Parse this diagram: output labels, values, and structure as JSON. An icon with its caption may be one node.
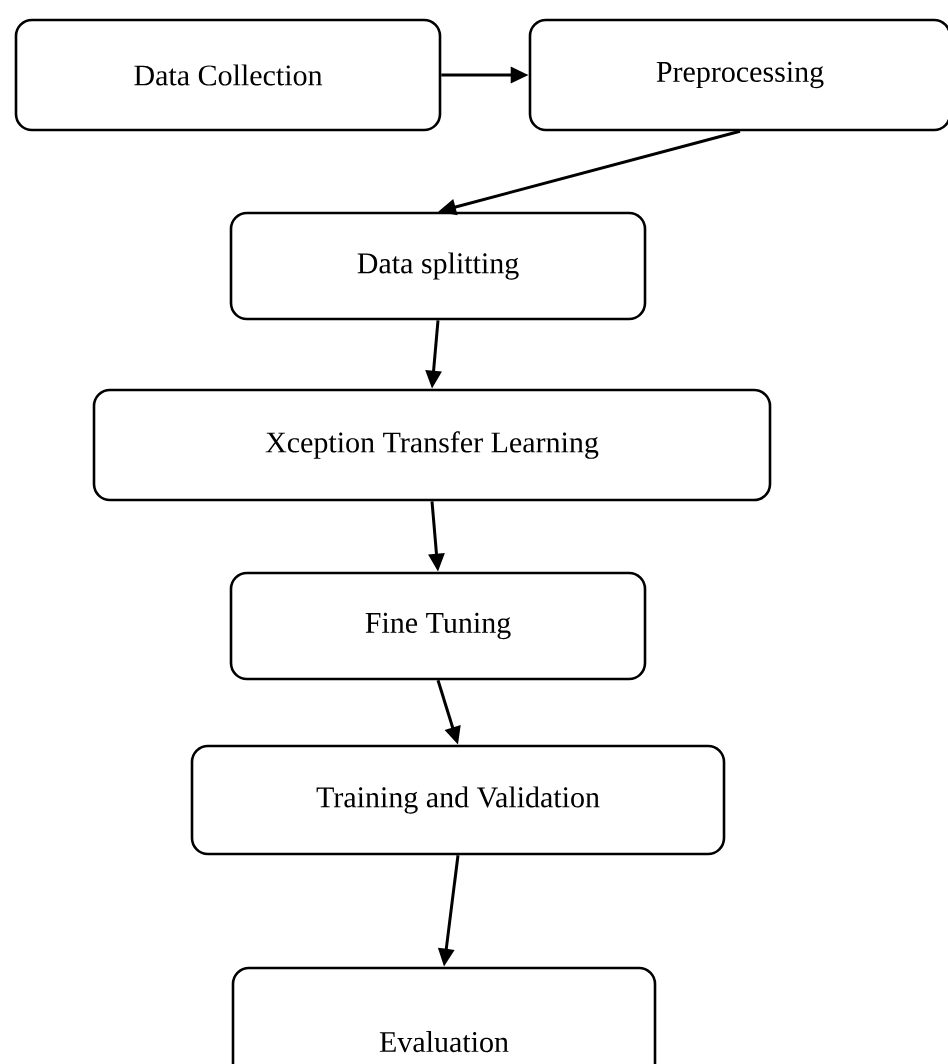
{
  "diagram": {
    "nodes": [
      {
        "text": [
          "Data Collection"
        ]
      },
      {
        "text": [
          "Preprocessing"
        ]
      },
      {
        "text": [
          "Data splitting"
        ]
      },
      {
        "text": [
          "Xception Transfer Learning"
        ]
      },
      {
        "text": [
          "Fine Tuning"
        ]
      },
      {
        "text": [
          "Training and Validation"
        ]
      },
      {
        "text": [
          "Evaluation"
        ]
      }
    ],
    "edges": [
      {
        "from": 0,
        "to": 1,
        "arrow": "to"
      },
      {
        "from": 1,
        "to": 2,
        "arrow": "to"
      },
      {
        "from": 2,
        "to": 3,
        "arrow": "to"
      },
      {
        "from": 3,
        "to": 4,
        "arrow": "to"
      },
      {
        "from": 4,
        "to": 5,
        "arrow": "to"
      },
      {
        "from": 5,
        "to": 6,
        "arrow": "to"
      }
    ]
  }
}
